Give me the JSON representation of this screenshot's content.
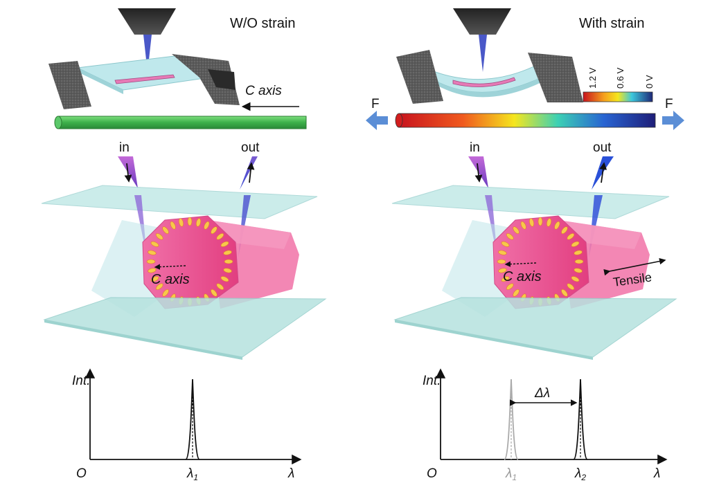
{
  "left": {
    "title": "W/O strain",
    "c_axis_top": "C axis",
    "in_label": "in",
    "out_label": "out",
    "c_axis_mid": "C axis",
    "int_label": "Int.",
    "origin_label": "O",
    "peak_label": "λ",
    "peak_sub": "1",
    "x_axis_label": "λ"
  },
  "right": {
    "title": "With strain",
    "force_left": "F",
    "force_right": "F",
    "scale_ticks": [
      "1.2 V",
      "0.6 V",
      "0 V"
    ],
    "in_label": "in",
    "out_label": "out",
    "c_axis_mid": "C axis",
    "tensile_label": "Tensile",
    "int_label": "Int.",
    "origin_label": "O",
    "delta_label": "Δλ",
    "peak1_label": "λ",
    "peak1_sub": "1",
    "peak2_label": "λ",
    "peak2_sub": "2",
    "x_axis_label": "λ"
  },
  "colors": {
    "nanowire_green": "#4cc05a",
    "crystal_pink": "#ee4f90",
    "glass": "#aee3e0",
    "beam": "#6a4cc8",
    "arrow_blue": "#5b8ed6"
  }
}
